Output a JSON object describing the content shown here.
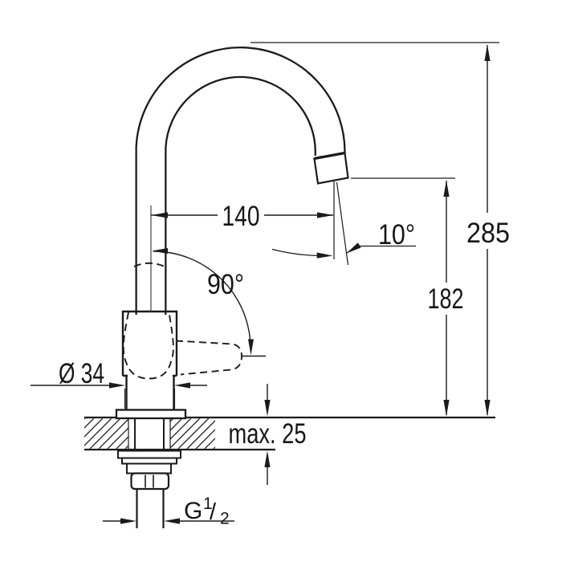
{
  "drawing": {
    "type": "faucet-dimension-drawing",
    "labels": {
      "spout_reach": "140",
      "spout_tilt_angle": "10°",
      "overall_height": "285",
      "outlet_height": "182",
      "handle_swing_angle": "90°",
      "body_diameter": "Ø 34",
      "max_mounting_thickness": "max. 25",
      "thread_g": "G",
      "thread_numerator": "1",
      "thread_slash": "/",
      "thread_denominator": "2"
    },
    "colors": {
      "line": "#1b1b1b",
      "background": "#ffffff"
    }
  }
}
